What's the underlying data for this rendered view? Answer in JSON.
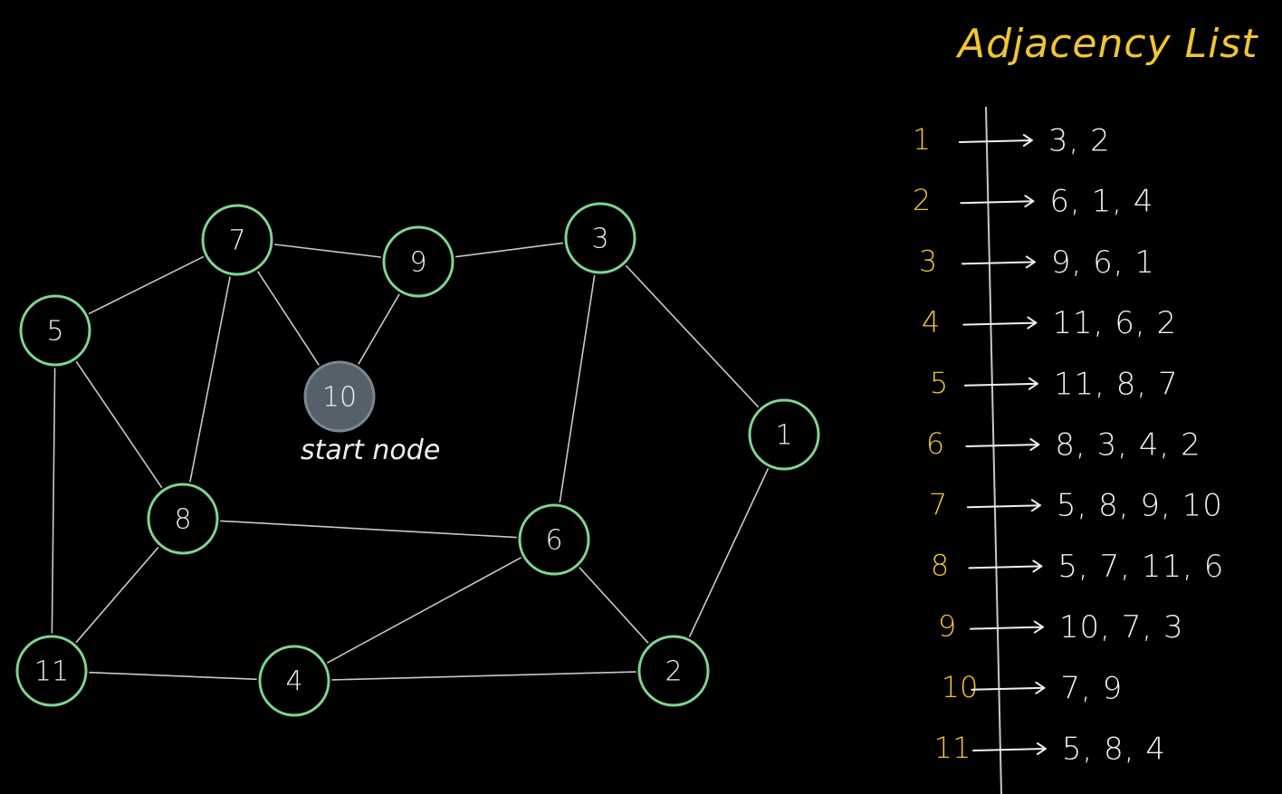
{
  "colors": {
    "background": "#000000",
    "node_stroke": "#7ed58f",
    "edge": "#c8c8c8",
    "text": "#f0f0f0",
    "accent_yellow": "#f2c531",
    "start_fill": "#55606b",
    "start_stroke": "#7d8690"
  },
  "title": "Adjacency List",
  "start_label": "start node",
  "nodes": [
    {
      "id": "1",
      "label": "1"
    },
    {
      "id": "2",
      "label": "2"
    },
    {
      "id": "3",
      "label": "3"
    },
    {
      "id": "4",
      "label": "4"
    },
    {
      "id": "5",
      "label": "5"
    },
    {
      "id": "6",
      "label": "6"
    },
    {
      "id": "7",
      "label": "7"
    },
    {
      "id": "8",
      "label": "8"
    },
    {
      "id": "9",
      "label": "9"
    },
    {
      "id": "10",
      "label": "10",
      "start": true
    },
    {
      "id": "11",
      "label": "11"
    }
  ],
  "edges": [
    [
      "7",
      "9"
    ],
    [
      "9",
      "3"
    ],
    [
      "7",
      "10"
    ],
    [
      "9",
      "10"
    ],
    [
      "5",
      "7"
    ],
    [
      "7",
      "8"
    ],
    [
      "5",
      "8"
    ],
    [
      "5",
      "11"
    ],
    [
      "8",
      "11"
    ],
    [
      "8",
      "6"
    ],
    [
      "3",
      "6"
    ],
    [
      "3",
      "1"
    ],
    [
      "1",
      "2"
    ],
    [
      "6",
      "2"
    ],
    [
      "6",
      "4"
    ],
    [
      "11",
      "4"
    ],
    [
      "4",
      "2"
    ]
  ],
  "adjacency_list": [
    {
      "key": "1",
      "value": "3, 2"
    },
    {
      "key": "2",
      "value": "6, 1, 4"
    },
    {
      "key": "3",
      "value": "9, 6, 1"
    },
    {
      "key": "4",
      "value": "11, 6, 2"
    },
    {
      "key": "5",
      "value": "11, 8, 7"
    },
    {
      "key": "6",
      "value": "8, 3, 4, 2"
    },
    {
      "key": "7",
      "value": "5, 8, 9, 10"
    },
    {
      "key": "8",
      "value": "5, 7, 11, 6"
    },
    {
      "key": "9",
      "value": "10, 7, 3"
    },
    {
      "key": "10",
      "value": "7, 9"
    },
    {
      "key": "11",
      "value": "5, 8, 4"
    }
  ]
}
